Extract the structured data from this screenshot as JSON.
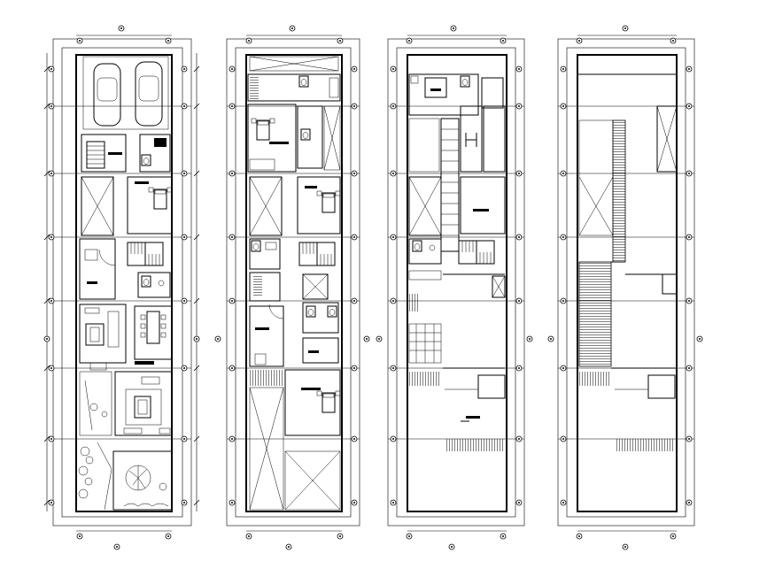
{
  "drawing": {
    "sheets": [
      {
        "id": "ground-floor"
      },
      {
        "id": "first-floor"
      },
      {
        "id": "second-floor"
      },
      {
        "id": "roof"
      }
    ],
    "colors": {
      "line": "#000000",
      "background": "#ffffff"
    }
  }
}
